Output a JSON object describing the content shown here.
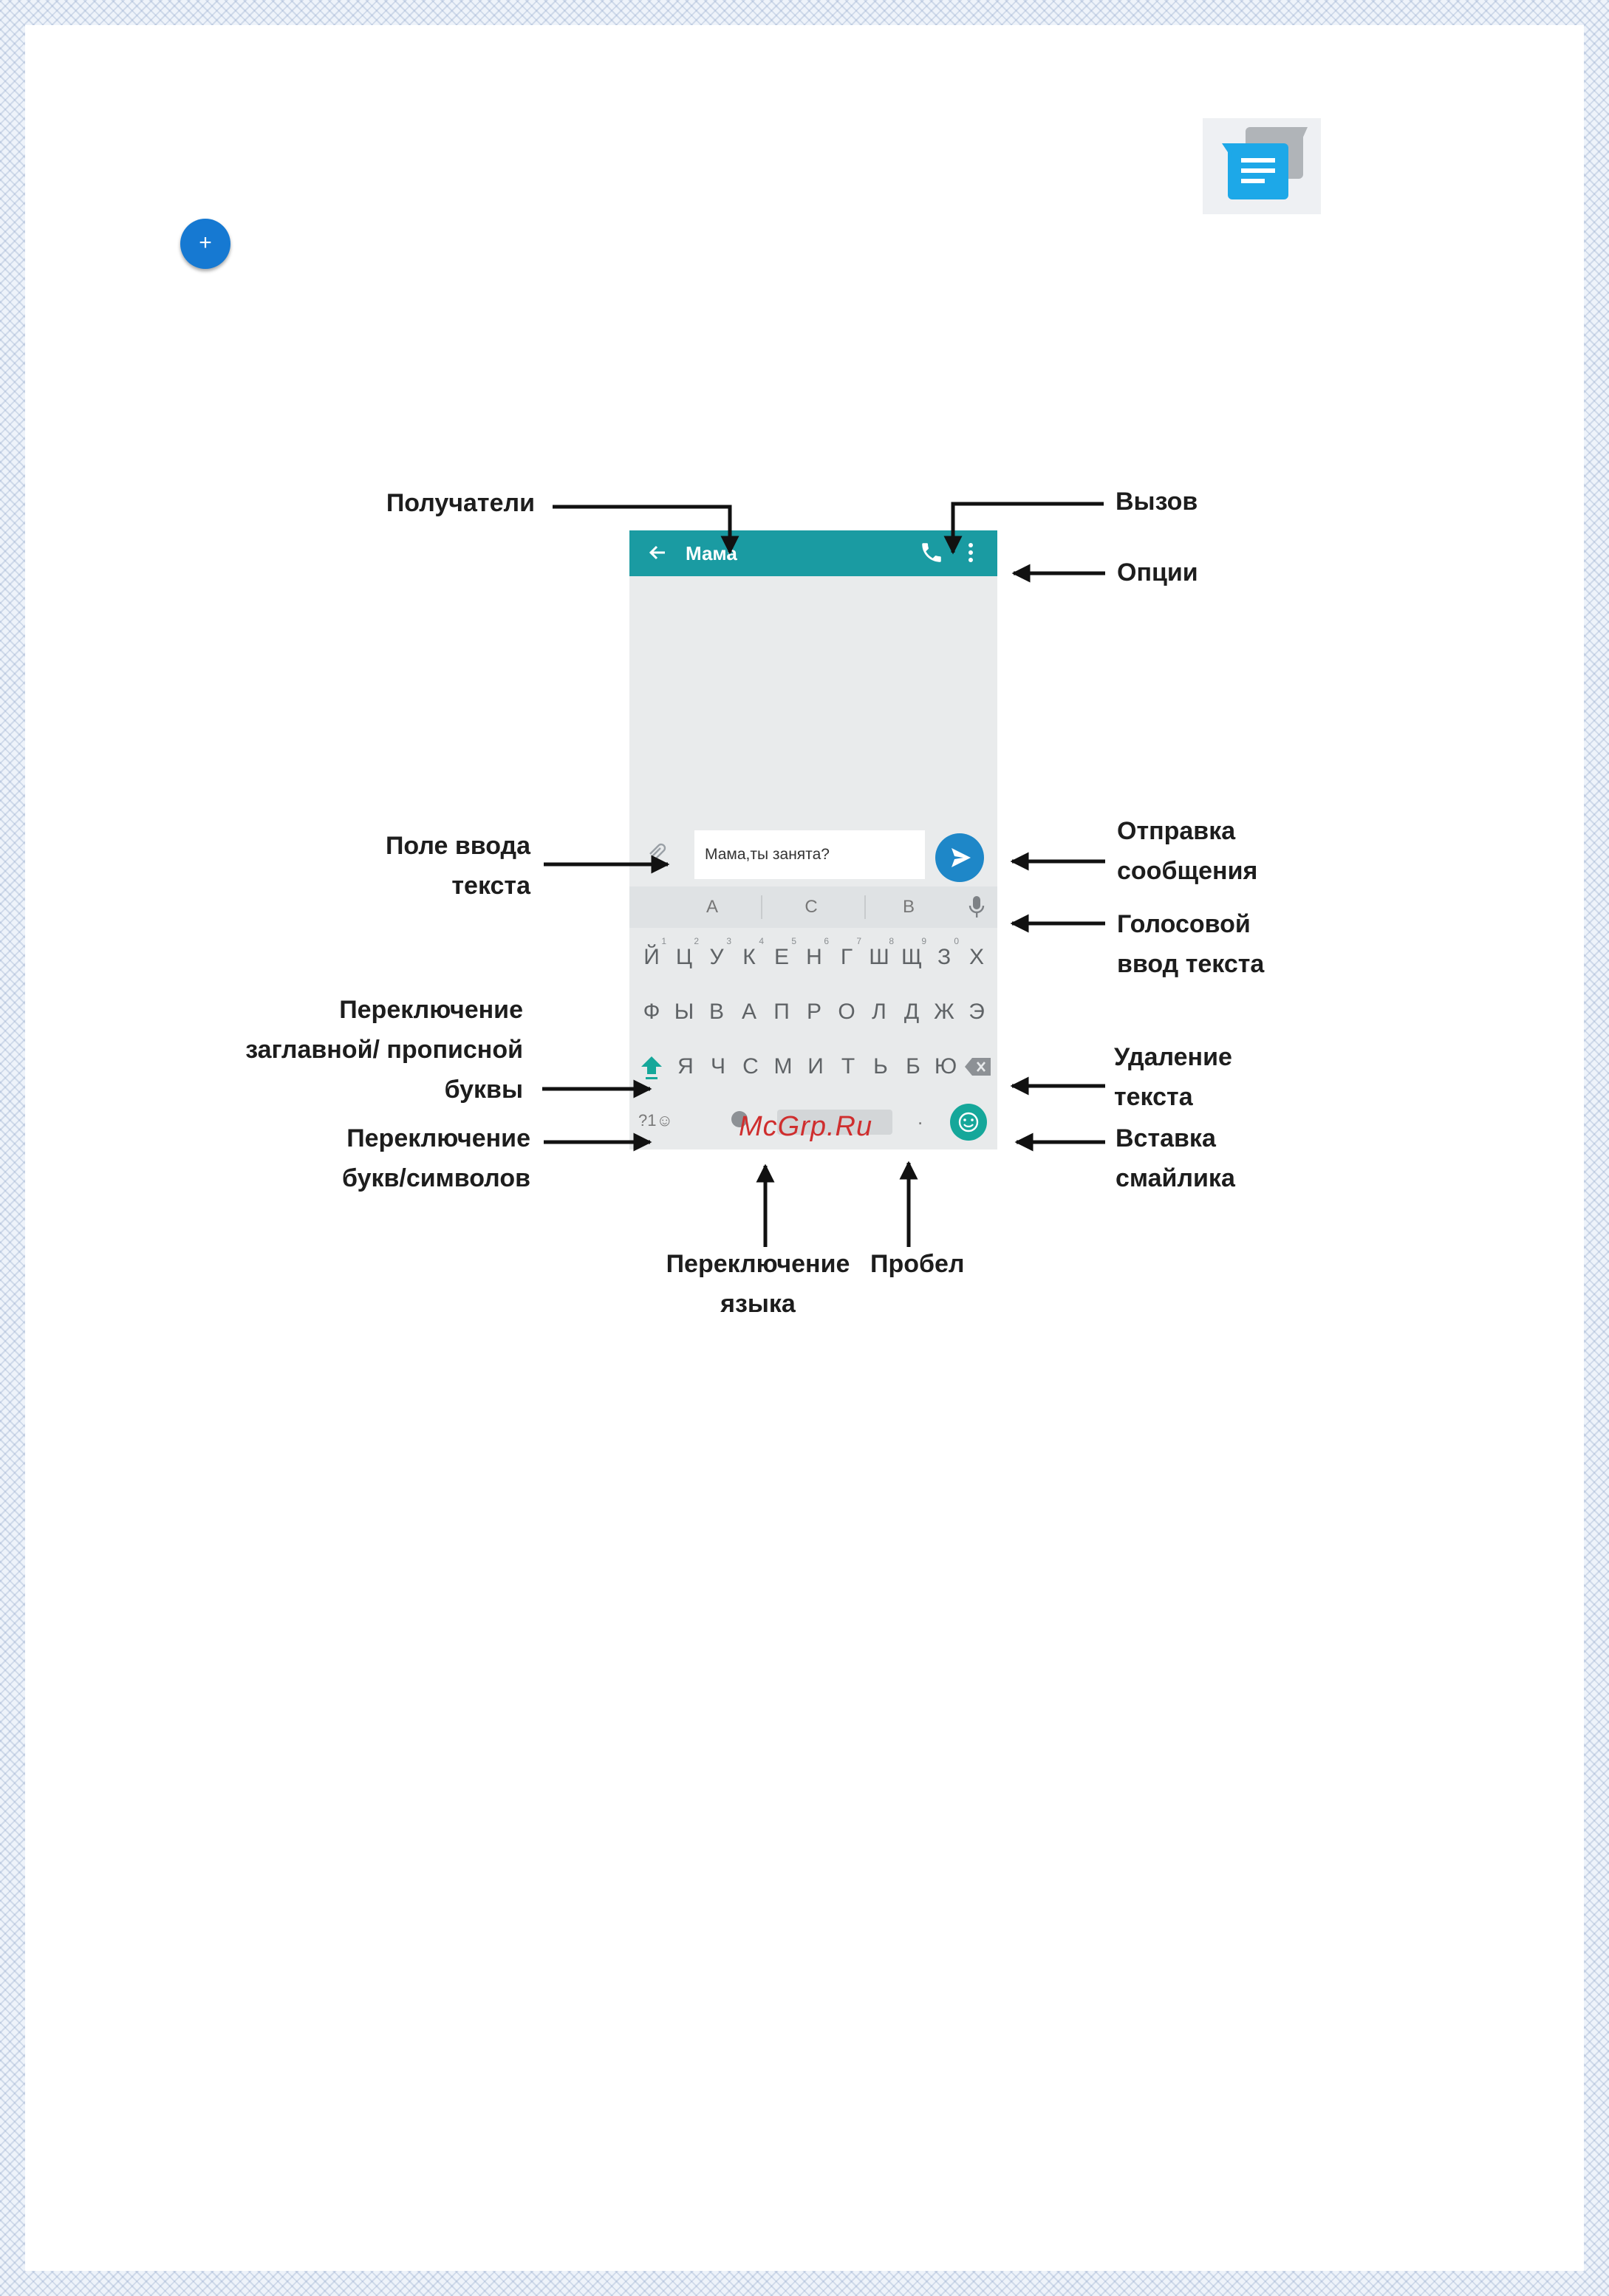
{
  "phone": {
    "appbar": {
      "contact_name": "Мама",
      "color": "#1a9ba2"
    },
    "composer": {
      "message_text": "Мама,ты занята?",
      "send_color": "#1e87c8"
    },
    "keyboard": {
      "suggestions": [
        "A",
        "C",
        "B"
      ],
      "row1": [
        {
          "key": "Й",
          "hint": "1"
        },
        {
          "key": "Ц",
          "hint": "2"
        },
        {
          "key": "У",
          "hint": "3"
        },
        {
          "key": "К",
          "hint": "4"
        },
        {
          "key": "Е",
          "hint": "5"
        },
        {
          "key": "Н",
          "hint": "6"
        },
        {
          "key": "Г",
          "hint": "7"
        },
        {
          "key": "Ш",
          "hint": "8"
        },
        {
          "key": "Щ",
          "hint": "9"
        },
        {
          "key": "З",
          "hint": "0"
        },
        {
          "key": "Х",
          "hint": ""
        }
      ],
      "row2": [
        "Ф",
        "Ы",
        "В",
        "А",
        "П",
        "Р",
        "О",
        "Л",
        "Д",
        "Ж",
        "Э"
      ],
      "row3": [
        "Я",
        "Ч",
        "С",
        "М",
        "И",
        "Т",
        "Ь",
        "Б",
        "Ю"
      ],
      "symbols_key": "?1☺",
      "period_key": ".",
      "emoji_color": "#15a79a"
    },
    "watermark": "McGrp.Ru"
  },
  "callouts": {
    "recipients": "Получатели",
    "call": "Вызов",
    "options": "Опции",
    "text_field": [
      "Поле ввода",
      "текста"
    ],
    "send": [
      "Отправка",
      "сообщения"
    ],
    "voice_input": [
      "Голосовой",
      "ввод текста"
    ],
    "shift": [
      "Переключение",
      "заглавной/ прописной",
      "буквы"
    ],
    "delete": [
      "Удаление",
      "текста"
    ],
    "symbols": [
      "Переключение",
      "букв/символов"
    ],
    "emoji": [
      "Вставка",
      "смайлика"
    ],
    "language": [
      "Переключение",
      "языка"
    ],
    "space": "Пробел"
  },
  "icons": {
    "app_icon": "messages-app-icon",
    "fab": "plus-icon"
  },
  "fab_label": "+"
}
